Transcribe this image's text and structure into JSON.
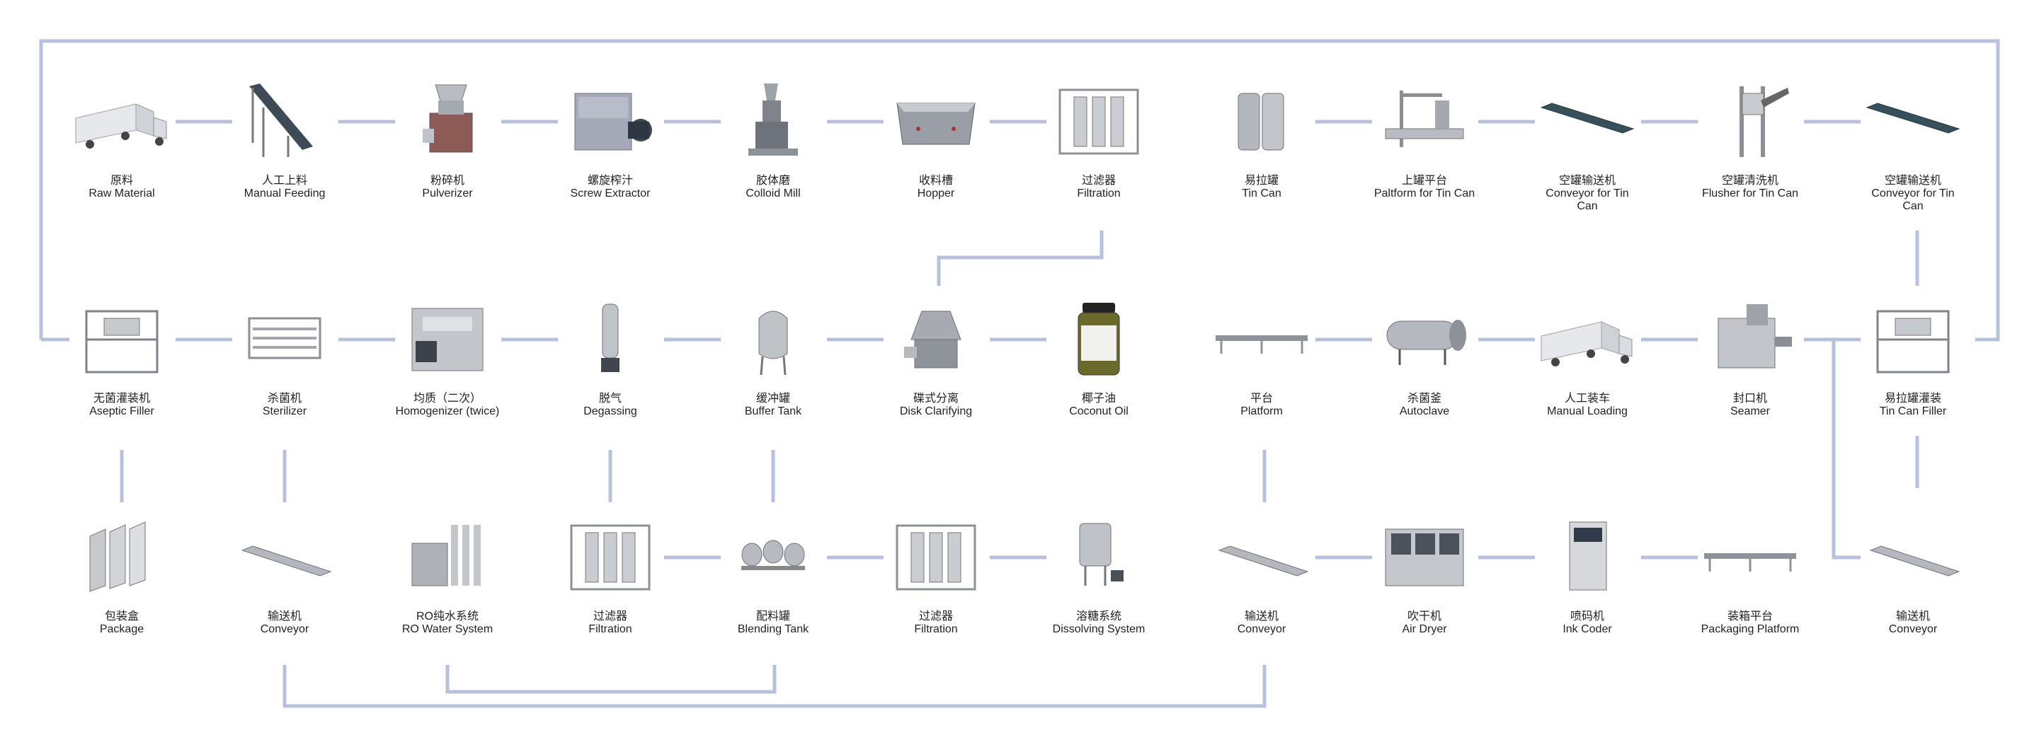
{
  "nodes": [
    {
      "id": "raw",
      "cn": "原料",
      "en": "Raw Material",
      "icon": "truck-icon"
    },
    {
      "id": "manual-feeding",
      "cn": "人工上料",
      "en": "Manual Feeding",
      "icon": "incline-conveyor-icon"
    },
    {
      "id": "pulverizer",
      "cn": "粉碎机",
      "en": "Pulverizer",
      "icon": "pulverizer-icon"
    },
    {
      "id": "screw-extractor",
      "cn": "螺旋榨汁",
      "en": "Screw Extractor",
      "icon": "screw-extractor-icon"
    },
    {
      "id": "colloid-mill",
      "cn": "胶体磨",
      "en": "Colloid Mill",
      "icon": "colloid-mill-icon"
    },
    {
      "id": "hopper",
      "cn": "收料槽",
      "en": "Hopper",
      "icon": "hopper-icon"
    },
    {
      "id": "filtration-1",
      "cn": "过滤器",
      "en": "Filtration",
      "icon": "filter-frame-icon"
    },
    {
      "id": "tin-can",
      "cn": "易拉罐",
      "en": "Tin Can",
      "icon": "tin-can-icon"
    },
    {
      "id": "platform-tin",
      "cn": "上罐平台",
      "en": "Paltform for Tin Can",
      "icon": "can-platform-icon"
    },
    {
      "id": "conveyor-tin-1",
      "cn": "空罐输送机",
      "en": "Conveyor for Tin Can",
      "icon": "flat-conveyor-icon"
    },
    {
      "id": "flusher",
      "cn": "空罐清洗机",
      "en": "Flusher for Tin Can",
      "icon": "flusher-icon"
    },
    {
      "id": "conveyor-tin-2",
      "cn": "空罐输送机",
      "en": "Conveyor for Tin Can",
      "icon": "flat-conveyor-icon"
    },
    {
      "id": "aseptic-filler",
      "cn": "无菌灌装机",
      "en": "Aseptic Filler",
      "icon": "filler-frame-icon"
    },
    {
      "id": "sterilizer",
      "cn": "杀菌机",
      "en": "Sterilizer",
      "icon": "sterilizer-icon"
    },
    {
      "id": "homogenizer",
      "cn": "均质（二次）",
      "en": "Homogenizer (twice)",
      "icon": "homogenizer-icon"
    },
    {
      "id": "degassing",
      "cn": "脱气",
      "en": "Degassing",
      "icon": "degassing-icon"
    },
    {
      "id": "buffer-tank",
      "cn": "缓冲罐",
      "en": "Buffer Tank",
      "icon": "buffer-tank-icon"
    },
    {
      "id": "disk-clarifying",
      "cn": "碟式分离",
      "en": "Disk Clarifying",
      "icon": "disk-separator-icon"
    },
    {
      "id": "coconut-oil",
      "cn": "椰子油",
      "en": "Coconut Oil",
      "icon": "jar-icon"
    },
    {
      "id": "platform",
      "cn": "平台",
      "en": "Platform",
      "icon": "platform-icon"
    },
    {
      "id": "autoclave",
      "cn": "杀菌釜",
      "en": "Autoclave",
      "icon": "autoclave-icon"
    },
    {
      "id": "manual-loading",
      "cn": "人工装车",
      "en": "Manual Loading",
      "icon": "truck-icon"
    },
    {
      "id": "seamer",
      "cn": "封口机",
      "en": "Seamer",
      "icon": "seamer-icon"
    },
    {
      "id": "tin-can-filler",
      "cn": "易拉罐灌装",
      "en": "Tin Can Filler",
      "icon": "filler-frame-icon"
    },
    {
      "id": "package",
      "cn": "包装盒",
      "en": "Package",
      "icon": "carton-icon"
    },
    {
      "id": "conveyor-1",
      "cn": "输送机",
      "en": "Conveyor",
      "icon": "roller-conveyor-icon"
    },
    {
      "id": "ro-water",
      "cn": "RO纯水系统",
      "en": "RO Water System",
      "icon": "ro-system-icon"
    },
    {
      "id": "filtration-2",
      "cn": "过滤器",
      "en": "Filtration",
      "icon": "filter-frame-icon"
    },
    {
      "id": "blending-tank",
      "cn": "配料罐",
      "en": "Blending Tank",
      "icon": "blending-tanks-icon"
    },
    {
      "id": "filtration-3",
      "cn": "过滤器",
      "en": "Filtration",
      "icon": "filter-frame-icon"
    },
    {
      "id": "dissolving",
      "cn": "溶糖系统",
      "en": "Dissolving System",
      "icon": "dissolving-tank-icon"
    },
    {
      "id": "conveyor-2",
      "cn": "输送机",
      "en": "Conveyor",
      "icon": "roller-conveyor-icon"
    },
    {
      "id": "air-dryer",
      "cn": "吹干机",
      "en": "Air Dryer",
      "icon": "air-dryer-icon"
    },
    {
      "id": "ink-coder",
      "cn": "喷码机",
      "en": "Ink Coder",
      "icon": "ink-coder-icon"
    },
    {
      "id": "packaging-platform",
      "cn": "装箱平台",
      "en": "Packaging Platform",
      "icon": "platform-icon"
    },
    {
      "id": "conveyor-3",
      "cn": "输送机",
      "en": "Conveyor",
      "icon": "roller-conveyor-icon"
    }
  ],
  "colors": {
    "connector": "#b6c2dd",
    "text": "#222222",
    "metal": "#a9adb4",
    "dark_metal": "#6d7178"
  }
}
